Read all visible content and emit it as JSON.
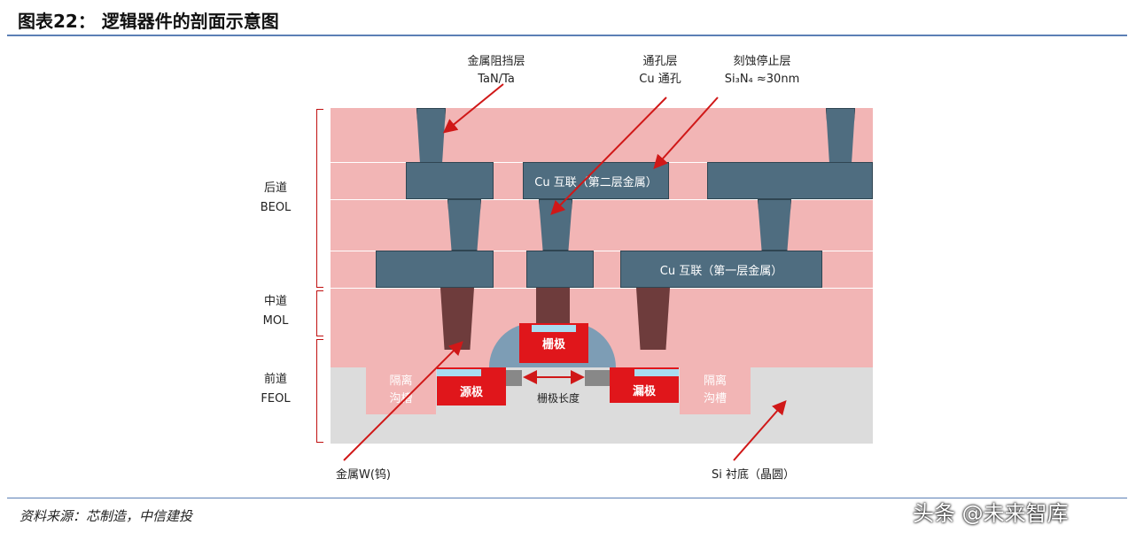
{
  "header": {
    "title": "图表22：  逻辑器件的剖面示意图"
  },
  "labels": {
    "barrier": {
      "line1": "金属阻挡层",
      "line2": "TaN/Ta"
    },
    "via": {
      "line1": "通孔层",
      "line2": "Cu 通孔"
    },
    "etch_stop": {
      "line1": "刻蚀停止层",
      "line2": "Si₃N₄ ≈30nm"
    },
    "metal2": "Cu 互联（第二层金属）",
    "metal1": "Cu 互联（第一层金属）",
    "gate": "栅极",
    "source": "源极",
    "drain": "漏极",
    "gate_length": "栅极长度",
    "isolation_left": {
      "line1": "隔离",
      "line2": "沟槽"
    },
    "isolation_right": {
      "line1": "隔离",
      "line2": "沟槽"
    },
    "tungsten": "金属W(钨)",
    "substrate": "Si 衬底（晶圆）"
  },
  "sections": [
    {
      "line1": "后道",
      "line2": "BEOL"
    },
    {
      "line1": "中道",
      "line2": "MOL"
    },
    {
      "line1": "前道",
      "line2": "FEOL"
    }
  ],
  "footer": {
    "source": "资料来源：芯制造，中信建投",
    "watermark": "头条 @未来智库"
  },
  "colors": {
    "arrow": "#d01818",
    "metal": "#4f6d80",
    "dielectric": "#f2b5b5",
    "substrate": "#dcdcdc",
    "doped": "#e0161b"
  }
}
